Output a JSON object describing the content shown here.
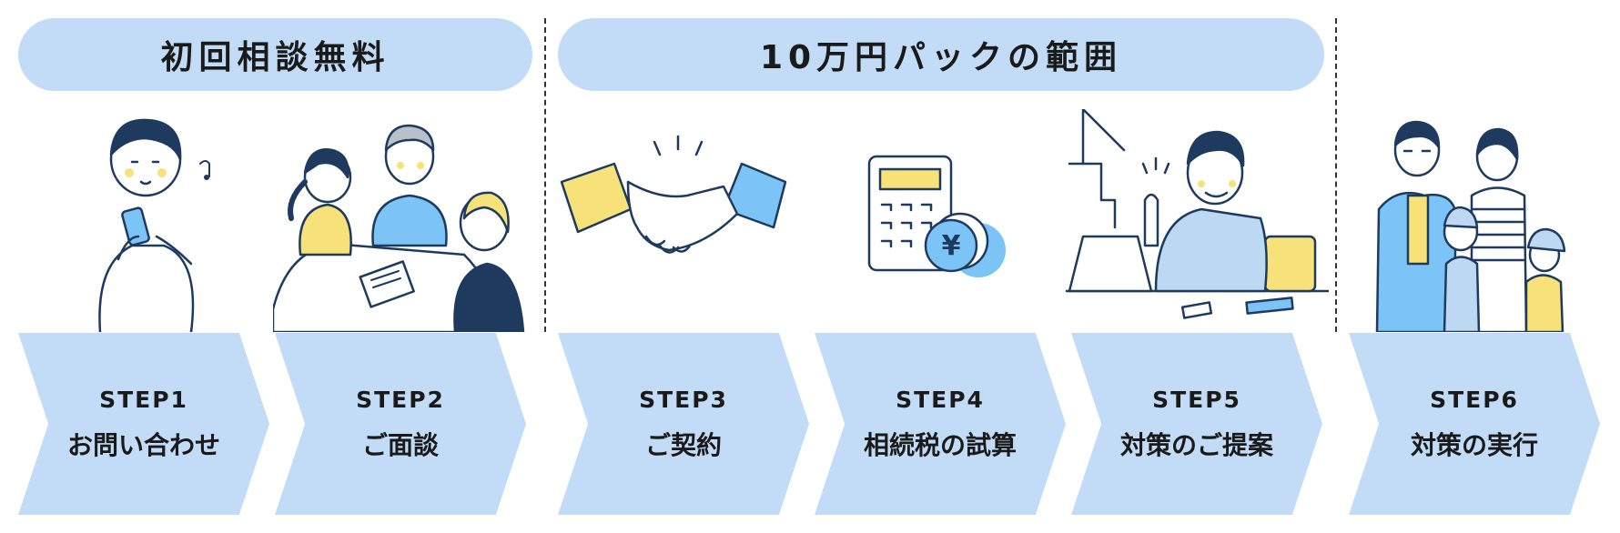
{
  "headers": {
    "free_consultation": "初回相談無料",
    "package_scope": "10万円パックの範囲"
  },
  "steps": [
    {
      "number": "STEP1",
      "label": "お問い合わせ"
    },
    {
      "number": "STEP2",
      "label": "ご面談"
    },
    {
      "number": "STEP3",
      "label": "ご契約"
    },
    {
      "number": "STEP4",
      "label": "相続税の試算"
    },
    {
      "number": "STEP5",
      "label": "対策のご提案"
    },
    {
      "number": "STEP6",
      "label": "対策の実行"
    }
  ],
  "coin_symbol": "¥",
  "colors": {
    "header_fill": "#c2dcf7",
    "chevron_fill": "#c2dcf7",
    "navy": "#1f3a5f",
    "yellow": "#f7e27a",
    "sky": "#7cc4f5",
    "light_blue": "#bcd8f3"
  }
}
